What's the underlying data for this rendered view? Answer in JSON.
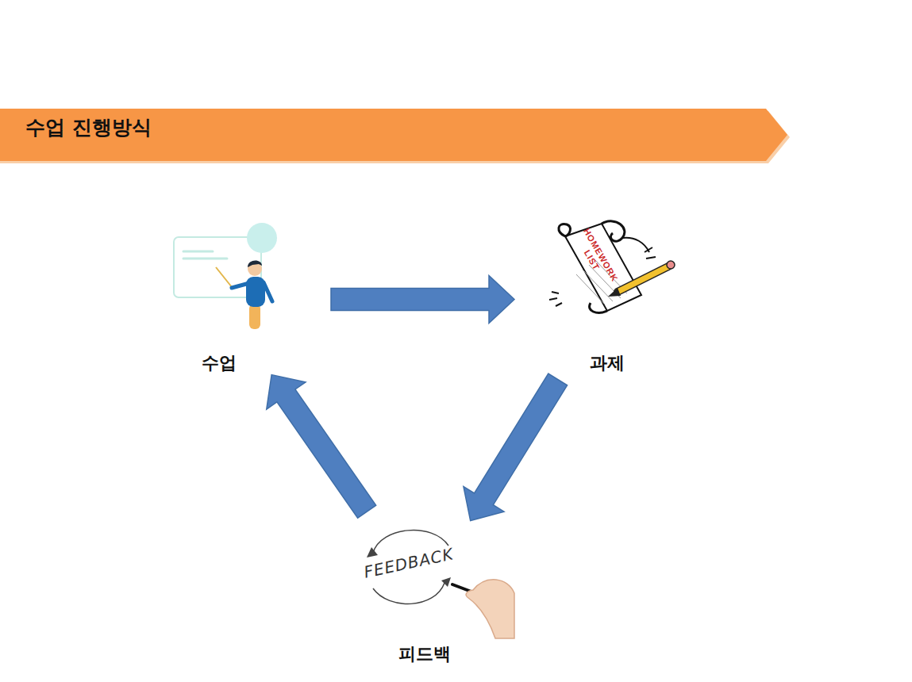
{
  "diagram": {
    "title": "수업 진행방식",
    "nodes": [
      {
        "text": [
          "수업"
        ]
      },
      {
        "text": [
          "과제"
        ]
      },
      {
        "text": [
          "피드백"
        ]
      }
    ],
    "edges": [
      {
        "from": 0,
        "to": 1,
        "arrow": "to"
      },
      {
        "from": 1,
        "to": 2,
        "arrow": "to"
      },
      {
        "from": 2,
        "to": 0,
        "arrow": "to"
      }
    ],
    "labels": [
      "HOMEWORK LIST",
      "FEEDBACK"
    ]
  }
}
